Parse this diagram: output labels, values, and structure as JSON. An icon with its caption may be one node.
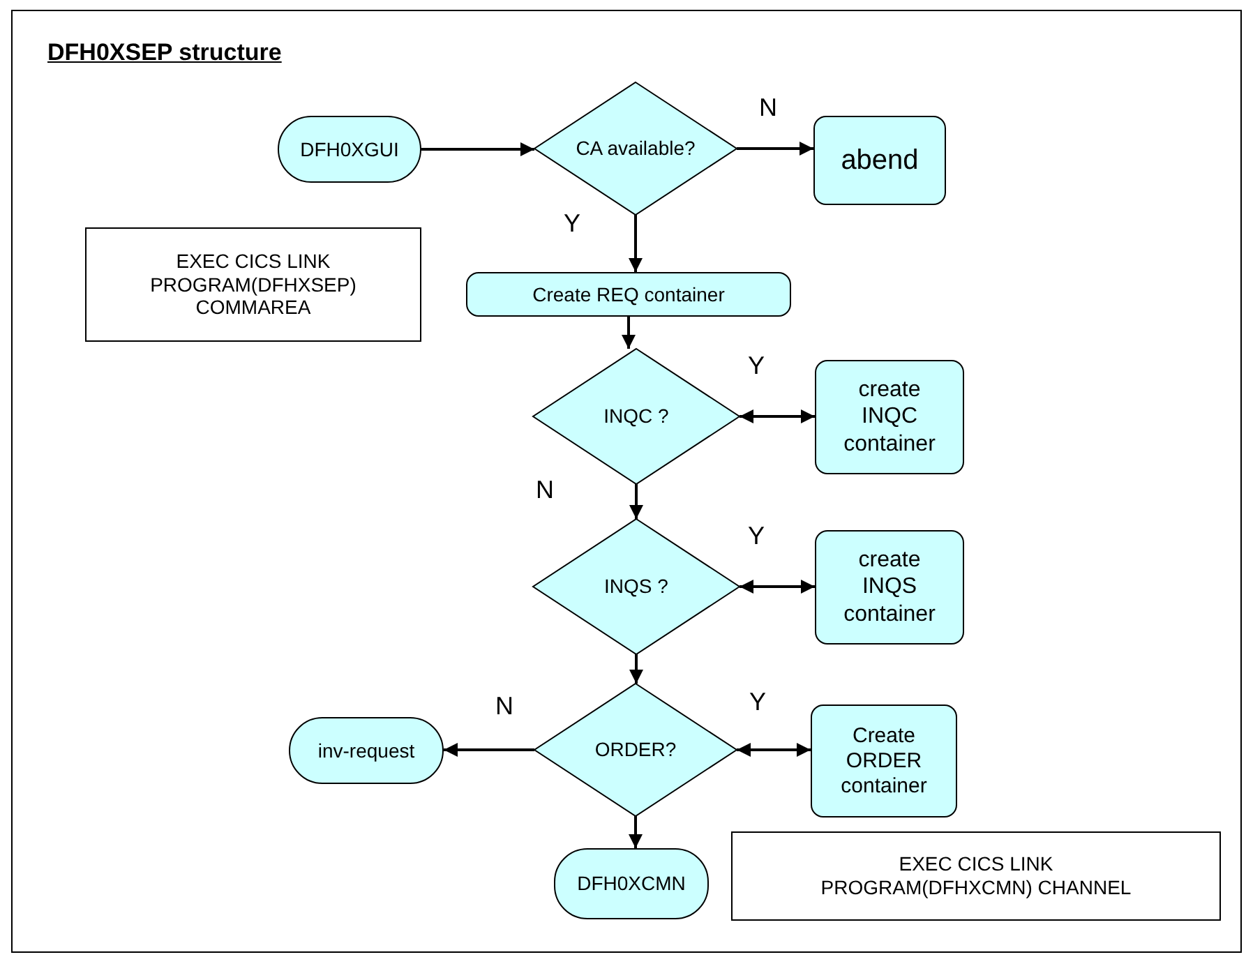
{
  "diagram": {
    "title": "DFH0XSEP structure",
    "nodes": [
      {
        "text": [
          "DFH0XGUI"
        ]
      },
      {
        "text": [
          "CA available?"
        ]
      },
      {
        "text": [
          "abend"
        ]
      },
      {
        "text": [
          "EXEC CICS LINK PROGRAM(DFHXSEP) COMMAREA"
        ]
      },
      {
        "text": [
          "Create REQ container"
        ]
      },
      {
        "text": [
          "INQC ?"
        ]
      },
      {
        "text": [
          "create INQC container"
        ]
      },
      {
        "text": [
          "INQS ?"
        ]
      },
      {
        "text": [
          "create INQS container"
        ]
      },
      {
        "text": [
          "ORDER?"
        ]
      },
      {
        "text": [
          "inv-request"
        ]
      },
      {
        "text": [
          "Create ORDER container"
        ]
      },
      {
        "text": [
          "DFH0XCMN"
        ]
      },
      {
        "text": [
          "EXEC CICS LINK PROGRAM(DFHXCMN) CHANNEL"
        ]
      }
    ],
    "edges": [
      {
        "from": 0,
        "to": 1,
        "arrow": "to"
      },
      {
        "from": 1,
        "to": 2,
        "arrow": "to",
        "label": "N"
      },
      {
        "from": 1,
        "to": 4,
        "arrow": "to",
        "label": "Y"
      },
      {
        "from": 4,
        "to": 5,
        "arrow": "to"
      },
      {
        "from": 5,
        "to": 6,
        "arrow": "both",
        "label": "Y"
      },
      {
        "from": 5,
        "to": 7,
        "arrow": "to",
        "label": "N"
      },
      {
        "from": 7,
        "to": 8,
        "arrow": "both",
        "label": "Y"
      },
      {
        "from": 7,
        "to": 9,
        "arrow": "to"
      },
      {
        "from": 9,
        "to": 10,
        "arrow": "to",
        "label": "N"
      },
      {
        "from": 9,
        "to": 11,
        "arrow": "both",
        "label": "Y"
      },
      {
        "from": 9,
        "to": 12,
        "arrow": "to"
      }
    ]
  }
}
